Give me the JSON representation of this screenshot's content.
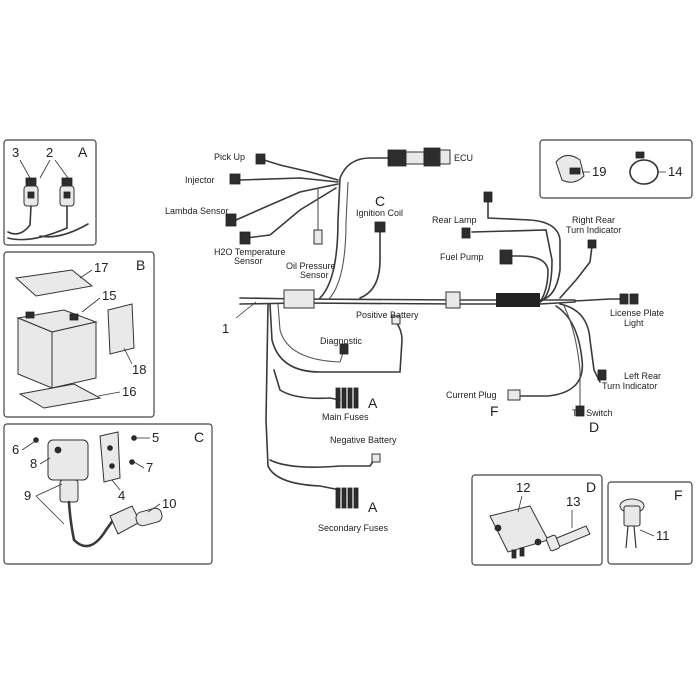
{
  "labels": {
    "pick_up": "Pick Up",
    "injector": "Injector",
    "lambda_sensor": "Lambda Sensor",
    "h2o_temp_1": "H2O Temperature",
    "h2o_temp_2": "Sensor",
    "oil_pressure_1": "Oil Pressure",
    "oil_pressure_2": "Sensor",
    "ecu": "ECU",
    "ignition_coil": "Ignition Coil",
    "rear_lamp": "Rear Lamp",
    "right_rear_1": "Right Rear",
    "right_rear_2": "Turn Indicator",
    "fuel_pump": "Fuel Pump",
    "license_plate_1": "License Plate",
    "license_plate_2": "Light",
    "positive_battery": "Positive Battery",
    "diagnostic": "Diagnostic",
    "main_fuses": "Main Fuses",
    "current_plug": "Current Plug",
    "left_rear_1": "Left Rear",
    "left_rear_2": "Turn Indicator",
    "tilt_switch": "Tilt Switch",
    "negative_battery": "Negative Battery",
    "secondary_fuses": "Secondary Fuses"
  },
  "letters": {
    "c_ignition": "C",
    "a_main": "A",
    "f_current": "F",
    "d_tilt": "D",
    "a_secondary": "A"
  },
  "callouts": {
    "n1": "1",
    "n2": "2",
    "n3": "3",
    "n4": "4",
    "n5": "5",
    "n6": "6",
    "n7": "7",
    "n8": "8",
    "n9": "9",
    "n10": "10",
    "n11": "11",
    "n12": "12",
    "n13": "13",
    "n14": "14",
    "n15": "15",
    "n16": "16",
    "n17": "17",
    "n18": "18",
    "n19": "19"
  },
  "panels": {
    "a": "A",
    "b": "B",
    "c": "C",
    "d": "D",
    "f": "F"
  }
}
